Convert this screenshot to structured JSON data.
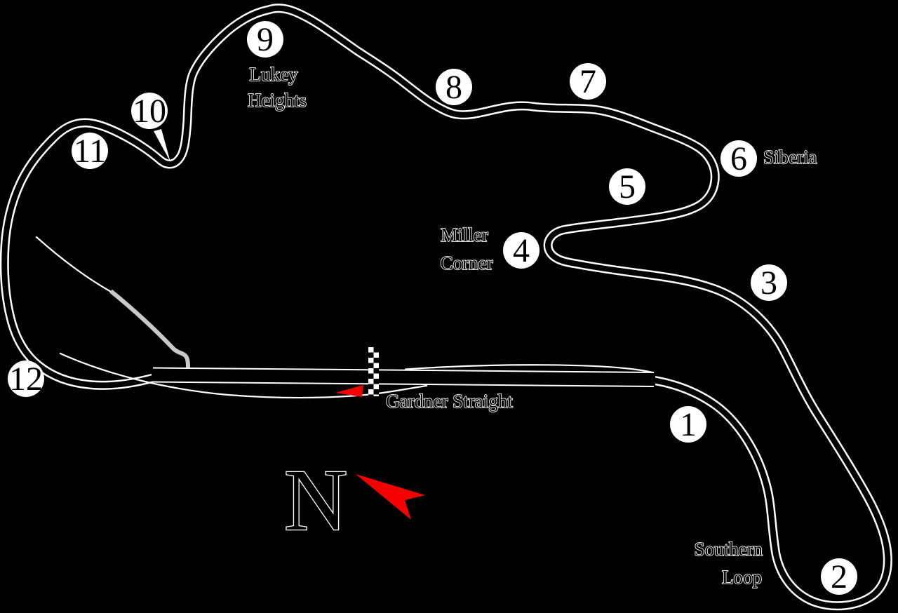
{
  "colors": {
    "background": "#000000",
    "track": "#ffffff",
    "pit_lane": "#c9c9c9",
    "accent_red": "#f40000",
    "marker_fill": "#ffffff",
    "marker_number": "#000000"
  },
  "corners": [
    {
      "num": "1"
    },
    {
      "num": "2"
    },
    {
      "num": "3"
    },
    {
      "num": "4"
    },
    {
      "num": "5"
    },
    {
      "num": "6"
    },
    {
      "num": "7"
    },
    {
      "num": "8"
    },
    {
      "num": "9"
    },
    {
      "num": "10"
    },
    {
      "num": "11"
    },
    {
      "num": "12"
    }
  ],
  "labels": {
    "lukey_line1": "Lukey",
    "lukey_line2": "Heights",
    "siberia": "Siberia",
    "miller_line1": "Miller",
    "miller_line2": "Corner",
    "gardner": "Gardner Straight",
    "southern_line1": "Southern",
    "southern_line2": "Loop",
    "north": "N"
  },
  "icons": {
    "start_finish": "checkered-strip",
    "direction_arrow": "red-left-triangle",
    "north_arrow": "red-dart-upper-left"
  }
}
